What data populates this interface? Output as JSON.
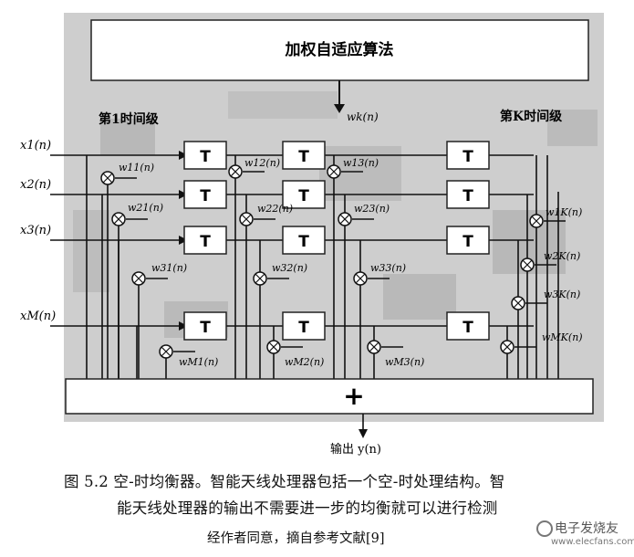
{
  "diagram": {
    "algorithm_label": "加权自适应算法",
    "stage1_label": "第1时间级",
    "stageK_label": "第K时间级",
    "delay_label": "T",
    "sum_label": "+",
    "output_label": "输出 y(n)",
    "inputs": [
      "x1(n)",
      "x2(n)",
      "x3(n)",
      "xM(n)"
    ],
    "weight_feed": "wk(n)",
    "weights_stage1": [
      "w11(n)",
      "w21(n)",
      "w31(n)",
      "wM1(n)"
    ],
    "weights_stage2": [
      "w12(n)",
      "w22(n)",
      "w32(n)",
      "wM2(n)"
    ],
    "weights_stage3": [
      "w13(n)",
      "w23(n)",
      "w33(n)",
      "wM3(n)"
    ],
    "weights_stageK": [
      "w1K(n)",
      "w2K(n)",
      "w3K(n)",
      "wMK(n)"
    ]
  },
  "caption": {
    "line1": "图 5.2   空-时均衡器。智能天线处理器包括一个空-时处理结构。智",
    "line2": "能天线处理器的输出不需要进一步的均衡就可以进行检测",
    "line3": "经作者同意，摘自参考文献[9]"
  },
  "watermark": {
    "brand": "电子发烧友",
    "url": "www.elecfans.com"
  }
}
